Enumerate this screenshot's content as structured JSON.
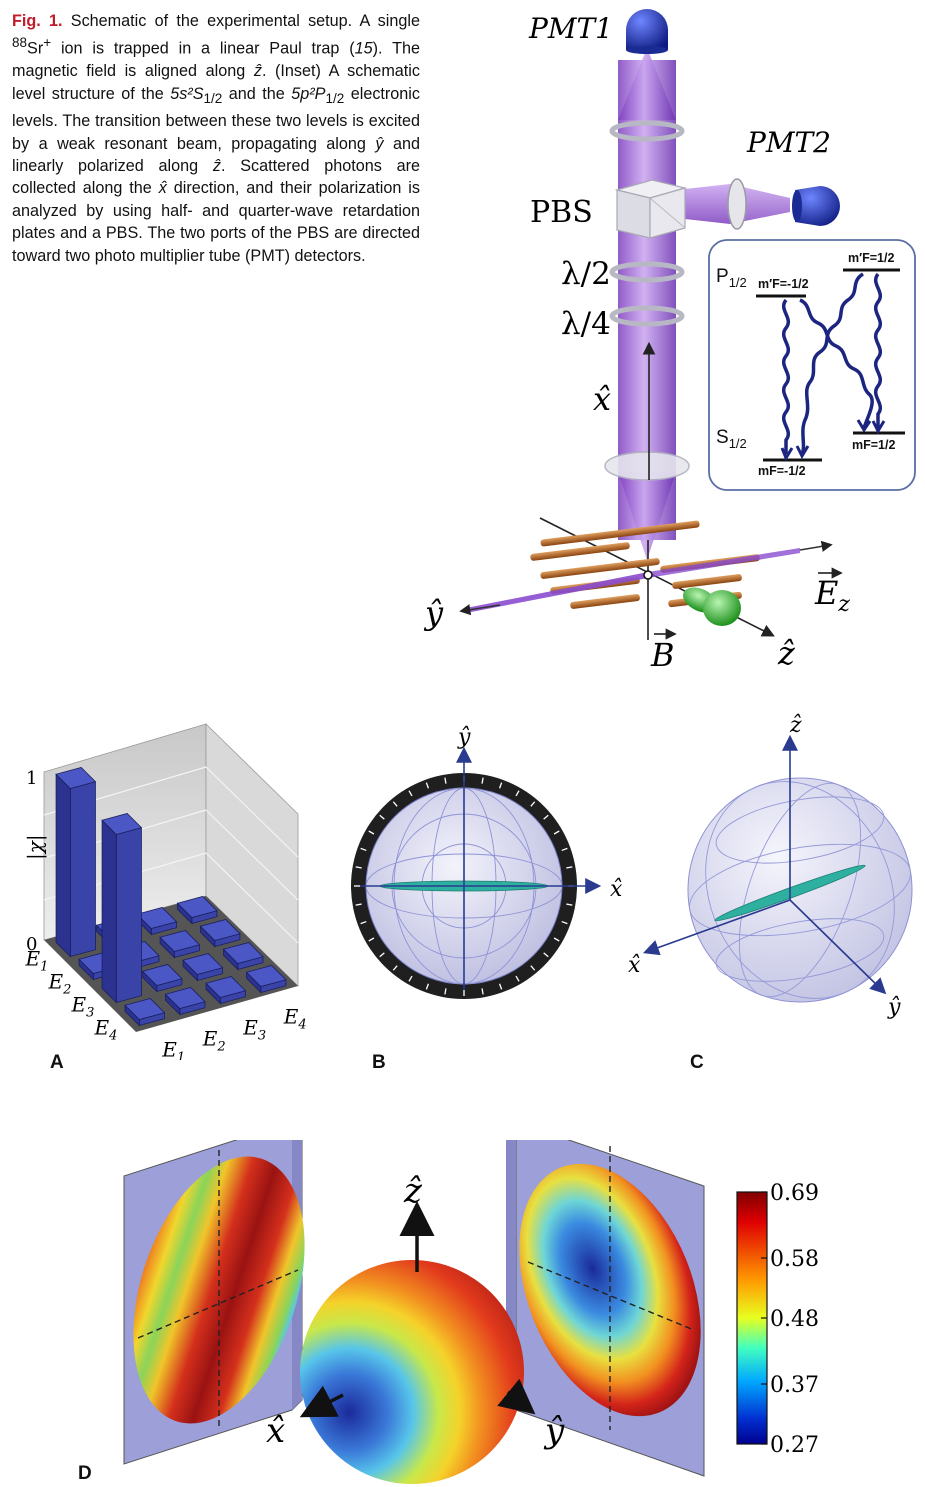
{
  "caption": {
    "fig_label": "Fig. 1.",
    "text_1": " Schematic of the experimental setup. A single ",
    "isotope_sup": "88",
    "text_2": "Sr",
    "ion_sup": "+",
    "text_3": " ion is trapped in a linear Paul trap (",
    "ref": "15",
    "text_4": "). The magnetic field is aligned along ",
    "zhat": "ẑ",
    "text_5": ". (Inset) A schematic level structure of the ",
    "level1": "5s²S",
    "level1_sub": "1/2",
    "text_6": " and the ",
    "level2": "5p²P",
    "level2_sub": "1/2",
    "text_7": " electronic levels. The transition between these two levels is excited by a weak resonant beam, propagating along ",
    "yhat": "ŷ",
    "text_8": " and linearly polarized along ",
    "zhat2": "ẑ",
    "text_9": ". Scattered photons are collected along the ",
    "xhat": "x̂",
    "text_10": " direction, and their polarization is analyzed by using half- and quarter-wave retardation plates and a PBS. The two ports of the PBS are directed toward two photo multiplier tube (PMT) detectors."
  },
  "setup": {
    "pmt1": "PMT1",
    "pmt2": "PMT2",
    "pbs": "PBS",
    "half_wave": "λ/2",
    "quarter_wave": "λ/4",
    "x_axis": "x̂",
    "y_axis": "ŷ",
    "z_axis": "ẑ",
    "b_field": "B",
    "e_field": "E",
    "e_field_sub": "z",
    "inset": {
      "p_level": "P",
      "p_sub": "1/2",
      "s_level": "S",
      "s_sub": "1/2",
      "p_minus": "m′F=-1/2",
      "p_plus": "m′F=1/2",
      "s_minus": "mF=-1/2",
      "s_plus": "mF=1/2"
    }
  },
  "panel_a": {
    "letter": "A",
    "z_label": "|χ|",
    "z_ticks": [
      "1",
      "0"
    ],
    "row_labels": [
      "E",
      "E",
      "E",
      "E"
    ],
    "row_subs": [
      "1",
      "2",
      "3",
      "4"
    ],
    "col_labels": [
      "E",
      "E",
      "E",
      "E"
    ],
    "col_subs": [
      "1",
      "2",
      "3",
      "4"
    ],
    "chart_data": {
      "type": "bar3d",
      "rows": [
        "E1",
        "E2",
        "E3",
        "E4"
      ],
      "cols": [
        "E1",
        "E2",
        "E3",
        "E4"
      ],
      "values": [
        [
          1,
          0.02,
          0.02,
          0.02
        ],
        [
          0.02,
          0.02,
          0.02,
          0.02
        ],
        [
          1,
          0.02,
          0.02,
          0.02
        ],
        [
          0.02,
          0.02,
          0.02,
          0.02
        ]
      ],
      "zlim": [
        0,
        1
      ]
    }
  },
  "panel_b": {
    "letter": "B",
    "y_axis": "ŷ",
    "x_axis": "x̂"
  },
  "panel_c": {
    "letter": "C",
    "z_axis": "ẑ",
    "x_axis": "x̂",
    "y_axis": "ŷ"
  },
  "panel_d": {
    "letter": "D",
    "z_axis": "ẑ",
    "x_axis": "x̂",
    "y_axis": "ŷ",
    "colorbar": {
      "ticks": [
        "0.69",
        "0.58",
        "0.48",
        "0.37",
        "0.27"
      ],
      "min": 0.27,
      "max": 0.69
    }
  },
  "colors": {
    "beam": "#9b62d6",
    "pmt": "#1c2d9c",
    "bar": "#2b3290",
    "rod": "#b5651d",
    "ion": "#2fb52f",
    "inset_frame": "#5a6ea5",
    "caption_label": "#c01d2b"
  }
}
